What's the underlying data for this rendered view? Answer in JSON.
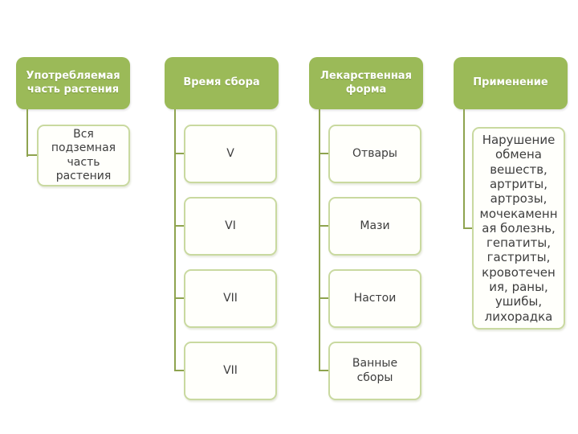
{
  "colors": {
    "header_bg": "#9bba58",
    "header_text": "#ffffff",
    "box_border": "#c9d9a0",
    "box_bg": "#fffffb",
    "box_text": "#3e3e3e",
    "connector": "#8ea34f",
    "slide_bg": "#ffffff"
  },
  "diagram": {
    "columns": [
      {
        "header": "Употребляемая часть растения",
        "items": [
          "Вся подземная часть растения"
        ]
      },
      {
        "header": "Время сбора",
        "items": [
          "V",
          "VI",
          "VII",
          "VII"
        ]
      },
      {
        "header": "Лекарственная форма",
        "items": [
          "Отвары",
          "Мази",
          "Настои",
          "Ванные сборы"
        ]
      },
      {
        "header": "Применение",
        "items": [
          "Нарушение обмена вешеств, артриты, артрозы, мочекаменная болезнь, гепатиты, гастриты, кровотечения, раны, ушибы, лихорадка"
        ]
      }
    ]
  }
}
